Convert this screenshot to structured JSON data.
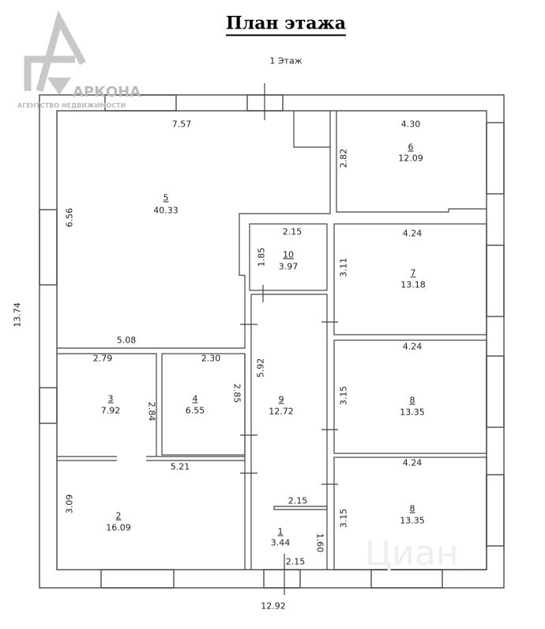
{
  "title": "План этажа",
  "floor": "1 Этаж",
  "watermark": {
    "brand": "АРКОНА",
    "tagline": "АГЕНТСТВО НЕДВИЖИМОСТИ",
    "cian": "Циан"
  },
  "dimensions": {
    "total_height": "13.74",
    "total_width": "12.92",
    "d757": "7.57",
    "d656": "6.56",
    "d508": "5.08",
    "d430": "4.30",
    "d282": "2.82",
    "d215a": "2.15",
    "d185": "1.85",
    "d424a": "4.24",
    "d311": "3.11",
    "d592": "5.92",
    "d424b": "4.24",
    "d315a": "3.15",
    "d279": "2.79",
    "d230": "2.30",
    "d284": "2.84",
    "d285": "2.85",
    "d521": "5.21",
    "d424c": "4.24",
    "d309": "3.09",
    "d215b": "2.15",
    "d315b": "3.15",
    "d160": "1.60",
    "d215c": "2.15"
  },
  "rooms": [
    {
      "num": "5",
      "area": "40.33"
    },
    {
      "num": "6",
      "area": "12.09"
    },
    {
      "num": "10",
      "area": "3.97"
    },
    {
      "num": "7",
      "area": "13.18"
    },
    {
      "num": "8",
      "area": "13.35"
    },
    {
      "num": "3",
      "area": "7.92"
    },
    {
      "num": "4",
      "area": "6.55"
    },
    {
      "num": "9",
      "area": "12.72"
    },
    {
      "num": "2",
      "area": "16.09"
    },
    {
      "num": "8",
      "area": "13.35"
    },
    {
      "num": "1",
      "area": "3.44"
    }
  ]
}
